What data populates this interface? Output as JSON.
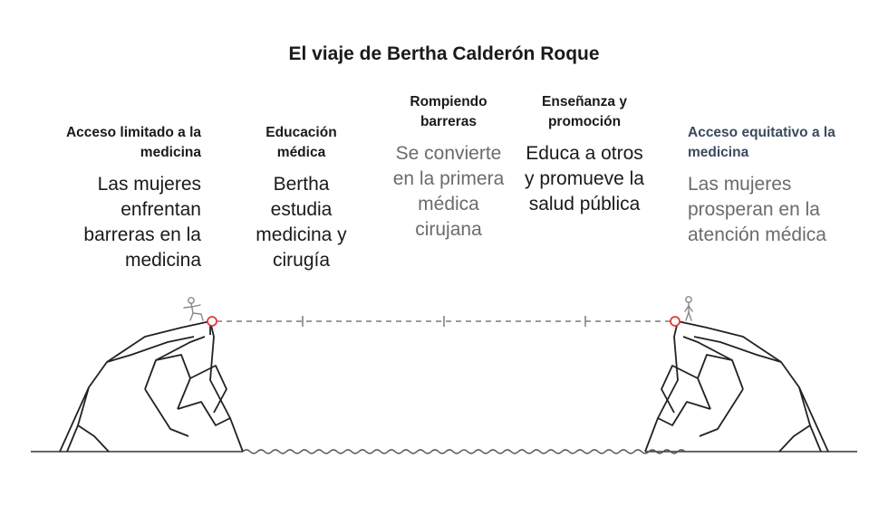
{
  "title": "El viaje de Bertha Calderón Roque",
  "steps": [
    {
      "heading": "Acceso limitado a la medicina",
      "text": "Las mujeres enfrentan barreras en la medicina"
    },
    {
      "heading": "Educación médica",
      "text": "Bertha estudia medicina y cirugía"
    },
    {
      "heading": "Rompiendo barreras",
      "text": "Se convierte en la primera médica cirujana"
    },
    {
      "heading": "Enseñanza y promoción",
      "text": "Educa a otros y promueve la salud pública"
    },
    {
      "heading": "Acceso equitativo a la medicina",
      "text": "Las mujeres prosperan en la atención médica"
    }
  ],
  "colors": {
    "text": "#1a1a1a",
    "muted": "#6b6b6b",
    "accent_heading": "#3b4a5e",
    "marker": "#e53935",
    "line": "#7a7a7a"
  },
  "icons": [
    "person-climbing-icon",
    "person-standing-icon"
  ]
}
